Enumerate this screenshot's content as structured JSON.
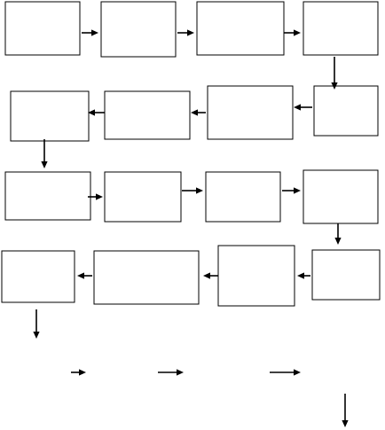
{
  "diagram": {
    "type": "flowchart",
    "boxes": [
      {
        "id": "b1",
        "label": ""
      },
      {
        "id": "b2",
        "label": ""
      },
      {
        "id": "b3",
        "label": ""
      },
      {
        "id": "b4",
        "label": ""
      },
      {
        "id": "b5",
        "label": ""
      },
      {
        "id": "b6",
        "label": ""
      },
      {
        "id": "b7",
        "label": ""
      },
      {
        "id": "b8",
        "label": ""
      },
      {
        "id": "b9",
        "label": ""
      },
      {
        "id": "b10",
        "label": ""
      },
      {
        "id": "b11",
        "label": ""
      },
      {
        "id": "b12",
        "label": ""
      },
      {
        "id": "b13",
        "label": ""
      },
      {
        "id": "b14",
        "label": ""
      },
      {
        "id": "b15",
        "label": ""
      },
      {
        "id": "b16",
        "label": ""
      }
    ],
    "connections": [
      {
        "from": "b1",
        "to": "b2"
      },
      {
        "from": "b2",
        "to": "b3"
      },
      {
        "from": "b3",
        "to": "b4"
      },
      {
        "from": "b4",
        "to": "b5"
      },
      {
        "from": "b5",
        "to": "b6"
      },
      {
        "from": "b6",
        "to": "b7"
      },
      {
        "from": "b7",
        "to": "b8"
      },
      {
        "from": "b8",
        "to": "b9"
      },
      {
        "from": "b9",
        "to": "b10"
      },
      {
        "from": "b10",
        "to": "b11"
      },
      {
        "from": "b11",
        "to": "b12"
      },
      {
        "from": "b12",
        "to": "b13"
      },
      {
        "from": "b13",
        "to": "b14"
      },
      {
        "from": "b14",
        "to": "b15"
      },
      {
        "from": "b15",
        "to": "b16"
      }
    ]
  }
}
